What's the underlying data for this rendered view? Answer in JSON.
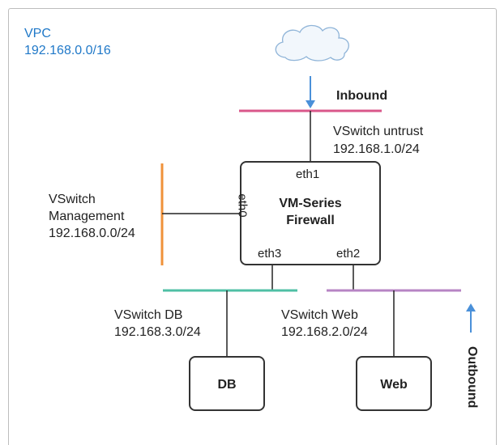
{
  "vpc": {
    "name": "VPC",
    "cidr": "192.168.0.0/16"
  },
  "flows": {
    "inbound": "Inbound",
    "outbound": "Outbound"
  },
  "firewall": {
    "title_line1": "VM-Series",
    "title_line2": "Firewall",
    "ports": {
      "eth0": "eth0",
      "eth1": "eth1",
      "eth2": "eth2",
      "eth3": "eth3"
    }
  },
  "vswitches": {
    "untrust": {
      "name": "VSwitch untrust",
      "cidr": "192.168.1.0/24"
    },
    "management": {
      "name_line1": "VSwitch",
      "name_line2": "Management",
      "cidr": "192.168.0.0/24"
    },
    "db": {
      "name": "VSwitch DB",
      "cidr": "192.168.3.0/24"
    },
    "web": {
      "name": "VSwitch Web",
      "cidr": "192.168.2.0/24"
    }
  },
  "servers": {
    "db": "DB",
    "web": "Web"
  },
  "colors": {
    "untrust": "#d9578a",
    "management": "#f0923a",
    "db": "#4fbfa5",
    "web": "#b784c4",
    "arrow": "#4a90d9",
    "vpc_text": "#1f78c8",
    "cloud_fill": "#f2f7fc",
    "cloud_stroke": "#8fb4d8"
  },
  "icons": {
    "internet": "cloud-icon"
  }
}
